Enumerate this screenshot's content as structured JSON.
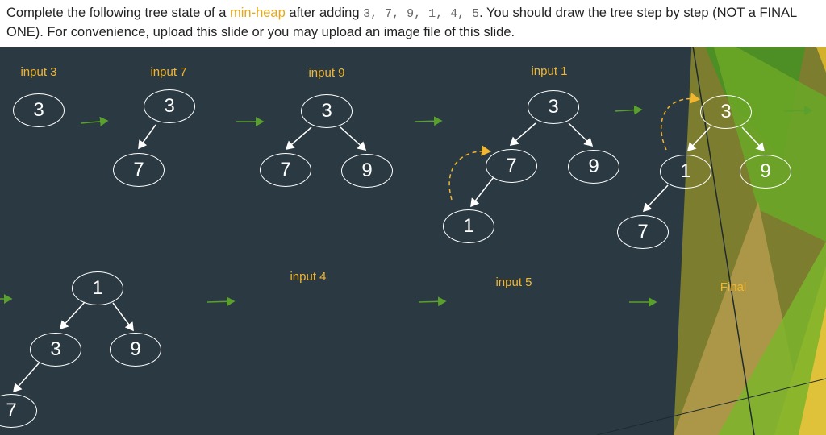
{
  "header": {
    "line1_a": "Complete the following tree state of a ",
    "line1_hl": "min-heap",
    "line1_b": " after adding ",
    "line1_seq": "3, 7, 9, 1, 4, 5",
    "line1_c": ". You should draw the tree step by step (NOT a FINAL",
    "line2": "ONE). For convenience, upload this slide or you may upload an image file of this slide."
  },
  "labels": {
    "input3": "input 3",
    "input7": "input 7",
    "input9": "input 9",
    "input1": "input 1",
    "input4": "input 4",
    "input5": "input 5",
    "final": "Final"
  },
  "nodes": {
    "s1": {
      "root": "3"
    },
    "s2": {
      "root": "3",
      "left": "7"
    },
    "s3": {
      "root": "3",
      "left": "7",
      "right": "9"
    },
    "s4": {
      "root": "3",
      "left": "7",
      "right": "9",
      "leftleft": "1"
    },
    "s5": {
      "root": "3",
      "left": "1",
      "right": "9",
      "leftleft": "7"
    },
    "s6": {
      "root": "1",
      "left": "3",
      "right": "9",
      "leftleft": "7"
    }
  },
  "colors": {
    "background": "#2b3a42",
    "label": "#f2b630",
    "arrow_green": "#5aa02c",
    "swap_arrow": "#f2b630",
    "node_stroke": "#ffffff"
  }
}
